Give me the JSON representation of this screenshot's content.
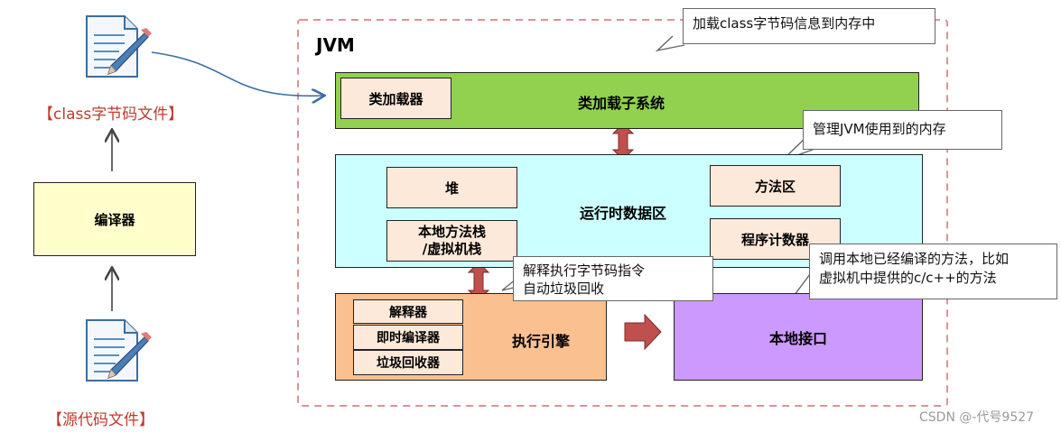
{
  "left_column": {
    "class_file_label": "【class字节码文件】",
    "compiler_label": "编译器",
    "source_file_label": "【源代码文件】"
  },
  "jvm": {
    "title": "JVM",
    "class_loader_subsystem": {
      "title": "类加载子系统",
      "class_loader": "类加载器"
    },
    "runtime_data_area": {
      "title": "运行时数据区",
      "heap": "堆",
      "native_stack": "本地方法栈\n/虚拟机栈",
      "method_area": "方法区",
      "program_counter": "程序计数器"
    },
    "execution_engine": {
      "title": "执行引擎",
      "interpreter": "解释器",
      "jit_compiler": "即时编译器",
      "garbage_collector": "垃圾回收器"
    },
    "native_interface": "本地接口"
  },
  "callouts": {
    "load_to_memory": "加载class字节码信息到内存中",
    "jvm_memory": "管理JVM使用到的内存",
    "execute": "解释执行字节码指令\n自动垃圾回收",
    "native_call": "调用本地已经编译的方法，比如\n虚拟机中提供的c/c++的方法"
  },
  "icons": [
    "document-pencil-icon",
    "document-pencil-icon"
  ],
  "watermark": "CSDN @-代号9527",
  "colors": {
    "class_loader_fill": "#92d050",
    "runtime_fill": "#ccffff",
    "execution_fill": "#fac090",
    "native_fill": "#cc99ff",
    "inner_box_fill": "#fde9d9",
    "compiler_fill": "#ffffcc",
    "dashed_border": "#d99594",
    "arrow_fill": "#c0504d"
  }
}
